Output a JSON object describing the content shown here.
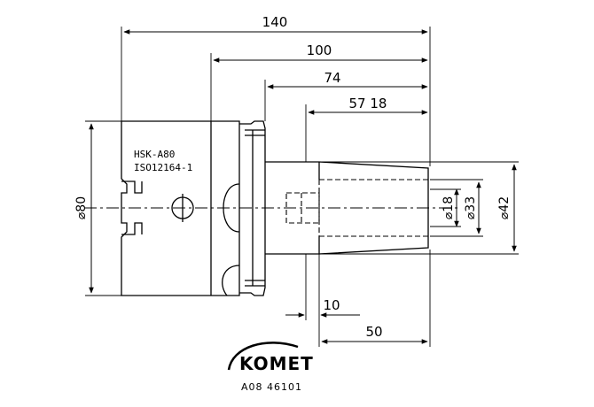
{
  "dimensions": {
    "len_140": "140",
    "len_100": "100",
    "len_74": "74",
    "len_57_18": "57 18",
    "len_10": "10",
    "len_50": "50",
    "dia_80": "⌀80",
    "dia_18": "⌀18",
    "dia_33": "⌀33",
    "dia_42": "⌀42"
  },
  "notes": {
    "line1": "HSK-A80",
    "line2": "ISO12164-1"
  },
  "logo": {
    "brand": "KOMET",
    "article_number": "A08 46101"
  }
}
